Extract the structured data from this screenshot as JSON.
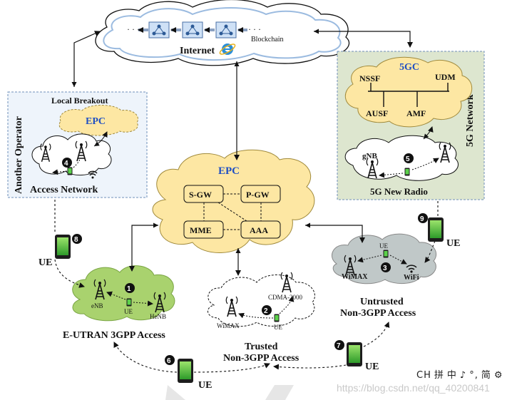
{
  "internet": {
    "label": "Internet",
    "blockchain": "Blockchain",
    "dots": "· · ·"
  },
  "another_operator": {
    "side": "Another Operator",
    "breakout": "Local Breakout",
    "epc": "EPC",
    "access": "Access Network",
    "step": "4"
  },
  "fiveg": {
    "side": "5G Network",
    "core": "5GC",
    "nssf": "NSSF",
    "udm": "UDM",
    "ausf": "AUSF",
    "amf": "AMF",
    "gnb": "gNB",
    "radio": "5G New Radio",
    "step": "5"
  },
  "epc": {
    "title": "EPC",
    "sgw": "S-GW",
    "pgw": "P-GW",
    "mme": "MME",
    "aaa": "AAA"
  },
  "eutran": {
    "label": "E-UTRAN 3GPP Access",
    "enb": "eNB",
    "henb": "HeNB",
    "ue": "UE",
    "step": "1"
  },
  "trusted": {
    "label1": "Trusted",
    "label2": "Non-3GPP Access",
    "wimax": "WiMAX",
    "cdma": "CDMA-2000",
    "ue": "UE",
    "step": "2"
  },
  "untrusted": {
    "label1": "Untrusted",
    "label2": "Non-3GPP Access",
    "wimax": "WiMAX",
    "wifi": "WiFi",
    "ue": "UE",
    "step": "3"
  },
  "ue_nodes": [
    {
      "label": "UE",
      "step": "6"
    },
    {
      "label": "UE",
      "step": "7"
    },
    {
      "label": "UE",
      "step": "8"
    },
    {
      "label": "UE",
      "step": "9"
    }
  ],
  "ime": {
    "items": [
      "CH",
      "拼",
      "中",
      "♪",
      "°,",
      "简",
      "⚙"
    ]
  },
  "watermark": "https://blog.csdn.net/qq_40200841"
}
